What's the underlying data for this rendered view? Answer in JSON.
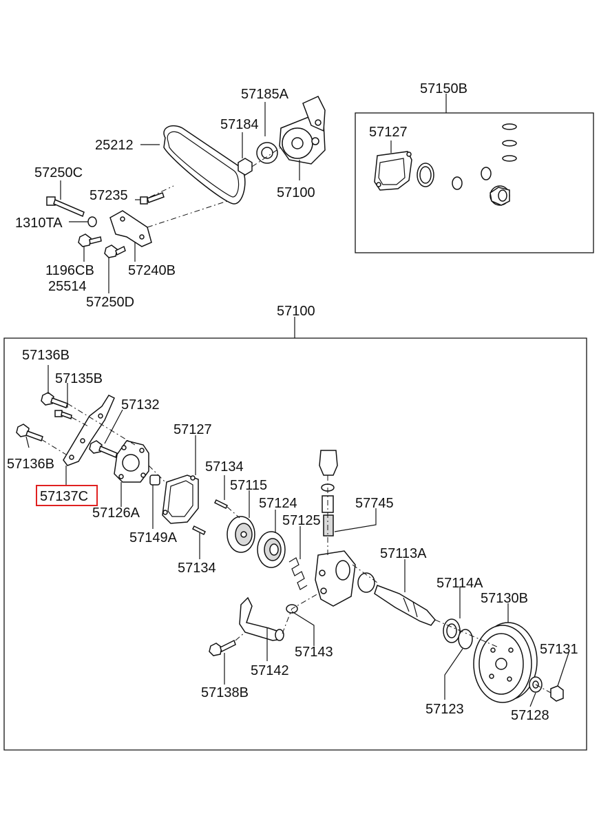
{
  "labels": {
    "top_57185A": "57185A",
    "top_57184": "57184",
    "top_25212": "25212",
    "top_57250C": "57250C",
    "top_57235": "57235",
    "top_57100": "57100",
    "top_1310TA": "1310TA",
    "top_1196CB": "1196CB",
    "top_25514": "25514",
    "top_57240B": "57240B",
    "top_57250D": "57250D",
    "kit_57150B": "57150B",
    "kit_57127": "57127",
    "main_57100": "57100",
    "l_57136B_a": "57136B",
    "l_57135B": "57135B",
    "l_57132": "57132",
    "l_57127": "57127",
    "l_57136B_b": "57136B",
    "l_57137C": "57137C",
    "l_57126A": "57126A",
    "l_57134_a": "57134",
    "l_57115": "57115",
    "l_57124": "57124",
    "l_57745": "57745",
    "l_57125": "57125",
    "l_57149A": "57149A",
    "l_57134_b": "57134",
    "l_57113A": "57113A",
    "l_57114A": "57114A",
    "l_57130B": "57130B",
    "l_57143": "57143",
    "l_57142": "57142",
    "l_57131": "57131",
    "l_57138B": "57138B",
    "l_57123": "57123",
    "l_57128": "57128"
  },
  "highlighted_part": "57137C",
  "highlight_color": "#e02020"
}
